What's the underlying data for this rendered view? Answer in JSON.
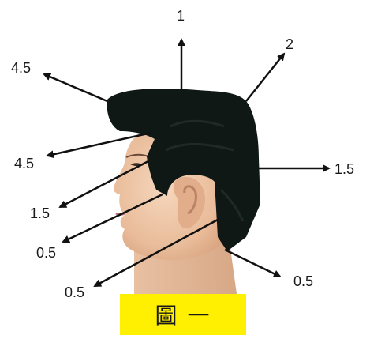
{
  "figure": {
    "caption": "圖 一",
    "caption_bg": "#ffef00",
    "arrow_color": "#111111",
    "hair_color": "#101816",
    "skin_color": "#eec6a8",
    "labels": {
      "top": "1",
      "crown": "2",
      "back": "1.5",
      "nape": "0.5",
      "front_top": "4.5",
      "fringe": "4.5",
      "temple": "1.5",
      "sideburn": "0.5",
      "behind_ear": "0.5"
    }
  }
}
